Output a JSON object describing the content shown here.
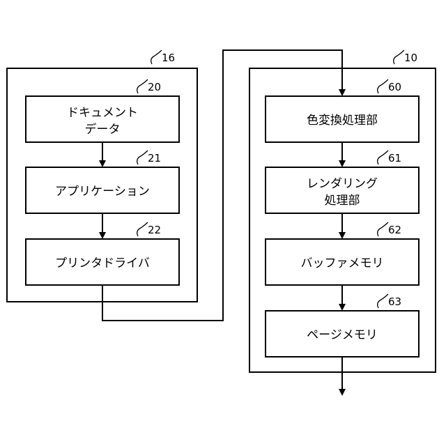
{
  "left_group": {
    "ref": "16",
    "blocks": [
      {
        "ref": "20",
        "lines": [
          "ドキュメント",
          "データ"
        ]
      },
      {
        "ref": "21",
        "lines": [
          "アプリケーション"
        ]
      },
      {
        "ref": "22",
        "lines": [
          "プリンタドライバ"
        ]
      }
    ]
  },
  "right_group": {
    "ref": "10",
    "blocks": [
      {
        "ref": "60",
        "lines": [
          "色変換処理部"
        ]
      },
      {
        "ref": "61",
        "lines": [
          "レンダリング",
          "処理部"
        ]
      },
      {
        "ref": "62",
        "lines": [
          "バッファメモリ"
        ]
      },
      {
        "ref": "63",
        "lines": [
          "ページメモリ"
        ]
      }
    ]
  }
}
